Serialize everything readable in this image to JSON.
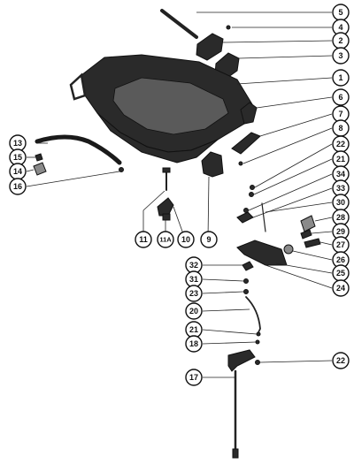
{
  "callouts": {
    "c1": "1",
    "c2": "2",
    "c3": "3",
    "c4": "4",
    "c5": "5",
    "c6": "6",
    "c7": "7",
    "c8": "8",
    "c9": "9",
    "c10": "10",
    "c11": "11",
    "c11a": "11A",
    "c13": "13",
    "c14": "14",
    "c15": "15",
    "c16": "16",
    "c17": "17",
    "c18": "18",
    "c20": "20",
    "c21a": "21",
    "c21b": "21",
    "c22a": "22",
    "c22b": "22",
    "c23": "23",
    "c24": "24",
    "c25": "25",
    "c26": "26",
    "c27": "27",
    "c28": "28",
    "c29": "29",
    "c30": "30",
    "c31": "31",
    "c32": "32",
    "c33": "33",
    "c34": "34"
  }
}
